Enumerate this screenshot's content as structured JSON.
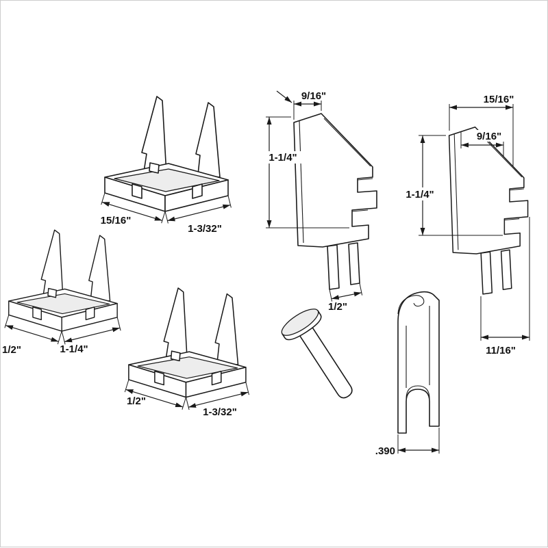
{
  "colors": {
    "background": "#ffffff",
    "line": "#1a1a1a",
    "shade": "#ededed"
  },
  "labels": {
    "b1_w": "15/16\"",
    "b1_d": "1-3/32\"",
    "b2_w": "1/2\"",
    "b2_d": "1-1/4\"",
    "b3_w": "1/2\"",
    "b3_d": "1-3/32\"",
    "l1_top": "9/16\"",
    "l1_h": "1-1/4\"",
    "l1_b": "1/2\"",
    "l2_t1": "15/16\"",
    "l2_t2": "9/16\"",
    "l2_h": "1-1/4\"",
    "l2_b": "11/16\"",
    "clip_w": ".390"
  }
}
